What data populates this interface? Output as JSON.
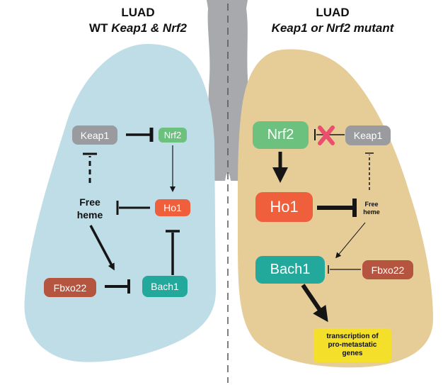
{
  "left": {
    "title_line1": "LUAD",
    "title_prefix": "WT ",
    "title_italic": "Keap1 & Nrf2",
    "nodes": {
      "keap1": "Keap1",
      "nrf2": "Nrf2",
      "free_heme_1": "Free",
      "free_heme_2": "heme",
      "ho1": "Ho1",
      "fbxo22": "Fbxo22",
      "bach1": "Bach1"
    }
  },
  "right": {
    "title_line1": "LUAD",
    "title_italic": "Keap1 or Nrf2 mutant",
    "nodes": {
      "nrf2": "Nrf2",
      "keap1": "Keap1",
      "ho1": "Ho1",
      "free_heme_1": "Free",
      "free_heme_2": "heme",
      "bach1": "Bach1",
      "fbxo22": "Fbxo22",
      "genes_1": "transcription of",
      "genes_2": "pro-metastatic",
      "genes_3": "genes"
    }
  },
  "colors": {
    "left_lung": "#bfdde6",
    "right_lung": "#e6cd98",
    "trachea": "#a7a9ac",
    "grey_node": "#999b9e",
    "green_node": "#6cc17f",
    "orange_node": "#ef5f3b",
    "teal_node": "#23a89c",
    "brown_node": "#b5543f",
    "yellow_box": "#f4e02b",
    "inhibition_x": "#ea4f6d",
    "arrow": "#151515"
  },
  "icons": [
    "inhibition-cross-icon"
  ]
}
